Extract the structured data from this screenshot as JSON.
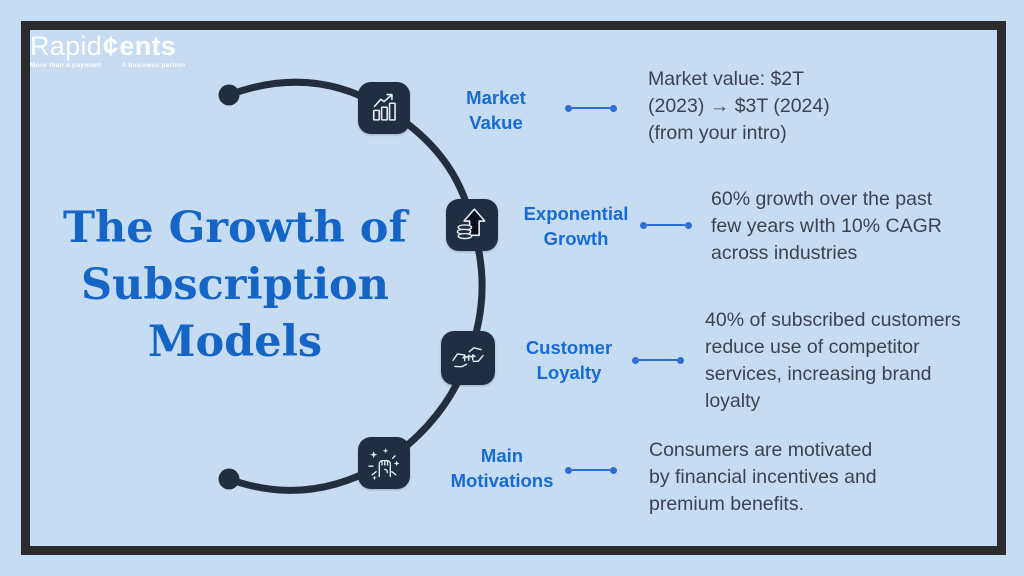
{
  "logo": {
    "brand_left": "Rapid",
    "brand_cent": "¢",
    "brand_right": "ents",
    "tagline_left": "More than a payment",
    "tagline_right": "A business partner"
  },
  "title": "The Growth of\nSubscription\nModels",
  "colors": {
    "background": "#c6dcf2",
    "frame": "#2b2a2d",
    "node_background": "#202e44",
    "curve": "#222e40",
    "title_blue": "#1565c6",
    "label_blue": "#176bd8",
    "connector_blue": "#2e6ed2",
    "body_text": "#3b4353",
    "logo_white": "#fdfeff"
  },
  "items": [
    {
      "icon": "growth-chart-icon",
      "label": "Market\nVakue",
      "description": "Market value: $2T\n(2023) → $3T (2024)\n(from your intro)"
    },
    {
      "icon": "coins-up-arrow-icon",
      "label": "Exponential\nGrowth",
      "description": "60% growth over the past\nfew years wIth 10% CAGR\nacross industries"
    },
    {
      "icon": "handshake-icon",
      "label": "Customer\nLoyalty",
      "description": "40% of subscribed customers\nreduce use of competitor\nservices, increasing brand\nloyalty"
    },
    {
      "icon": "motivation-fist-icon",
      "label": "Main\nMotivations",
      "description": "Consumers are motivated\nby financial incentives and\npremium benefits."
    }
  ]
}
